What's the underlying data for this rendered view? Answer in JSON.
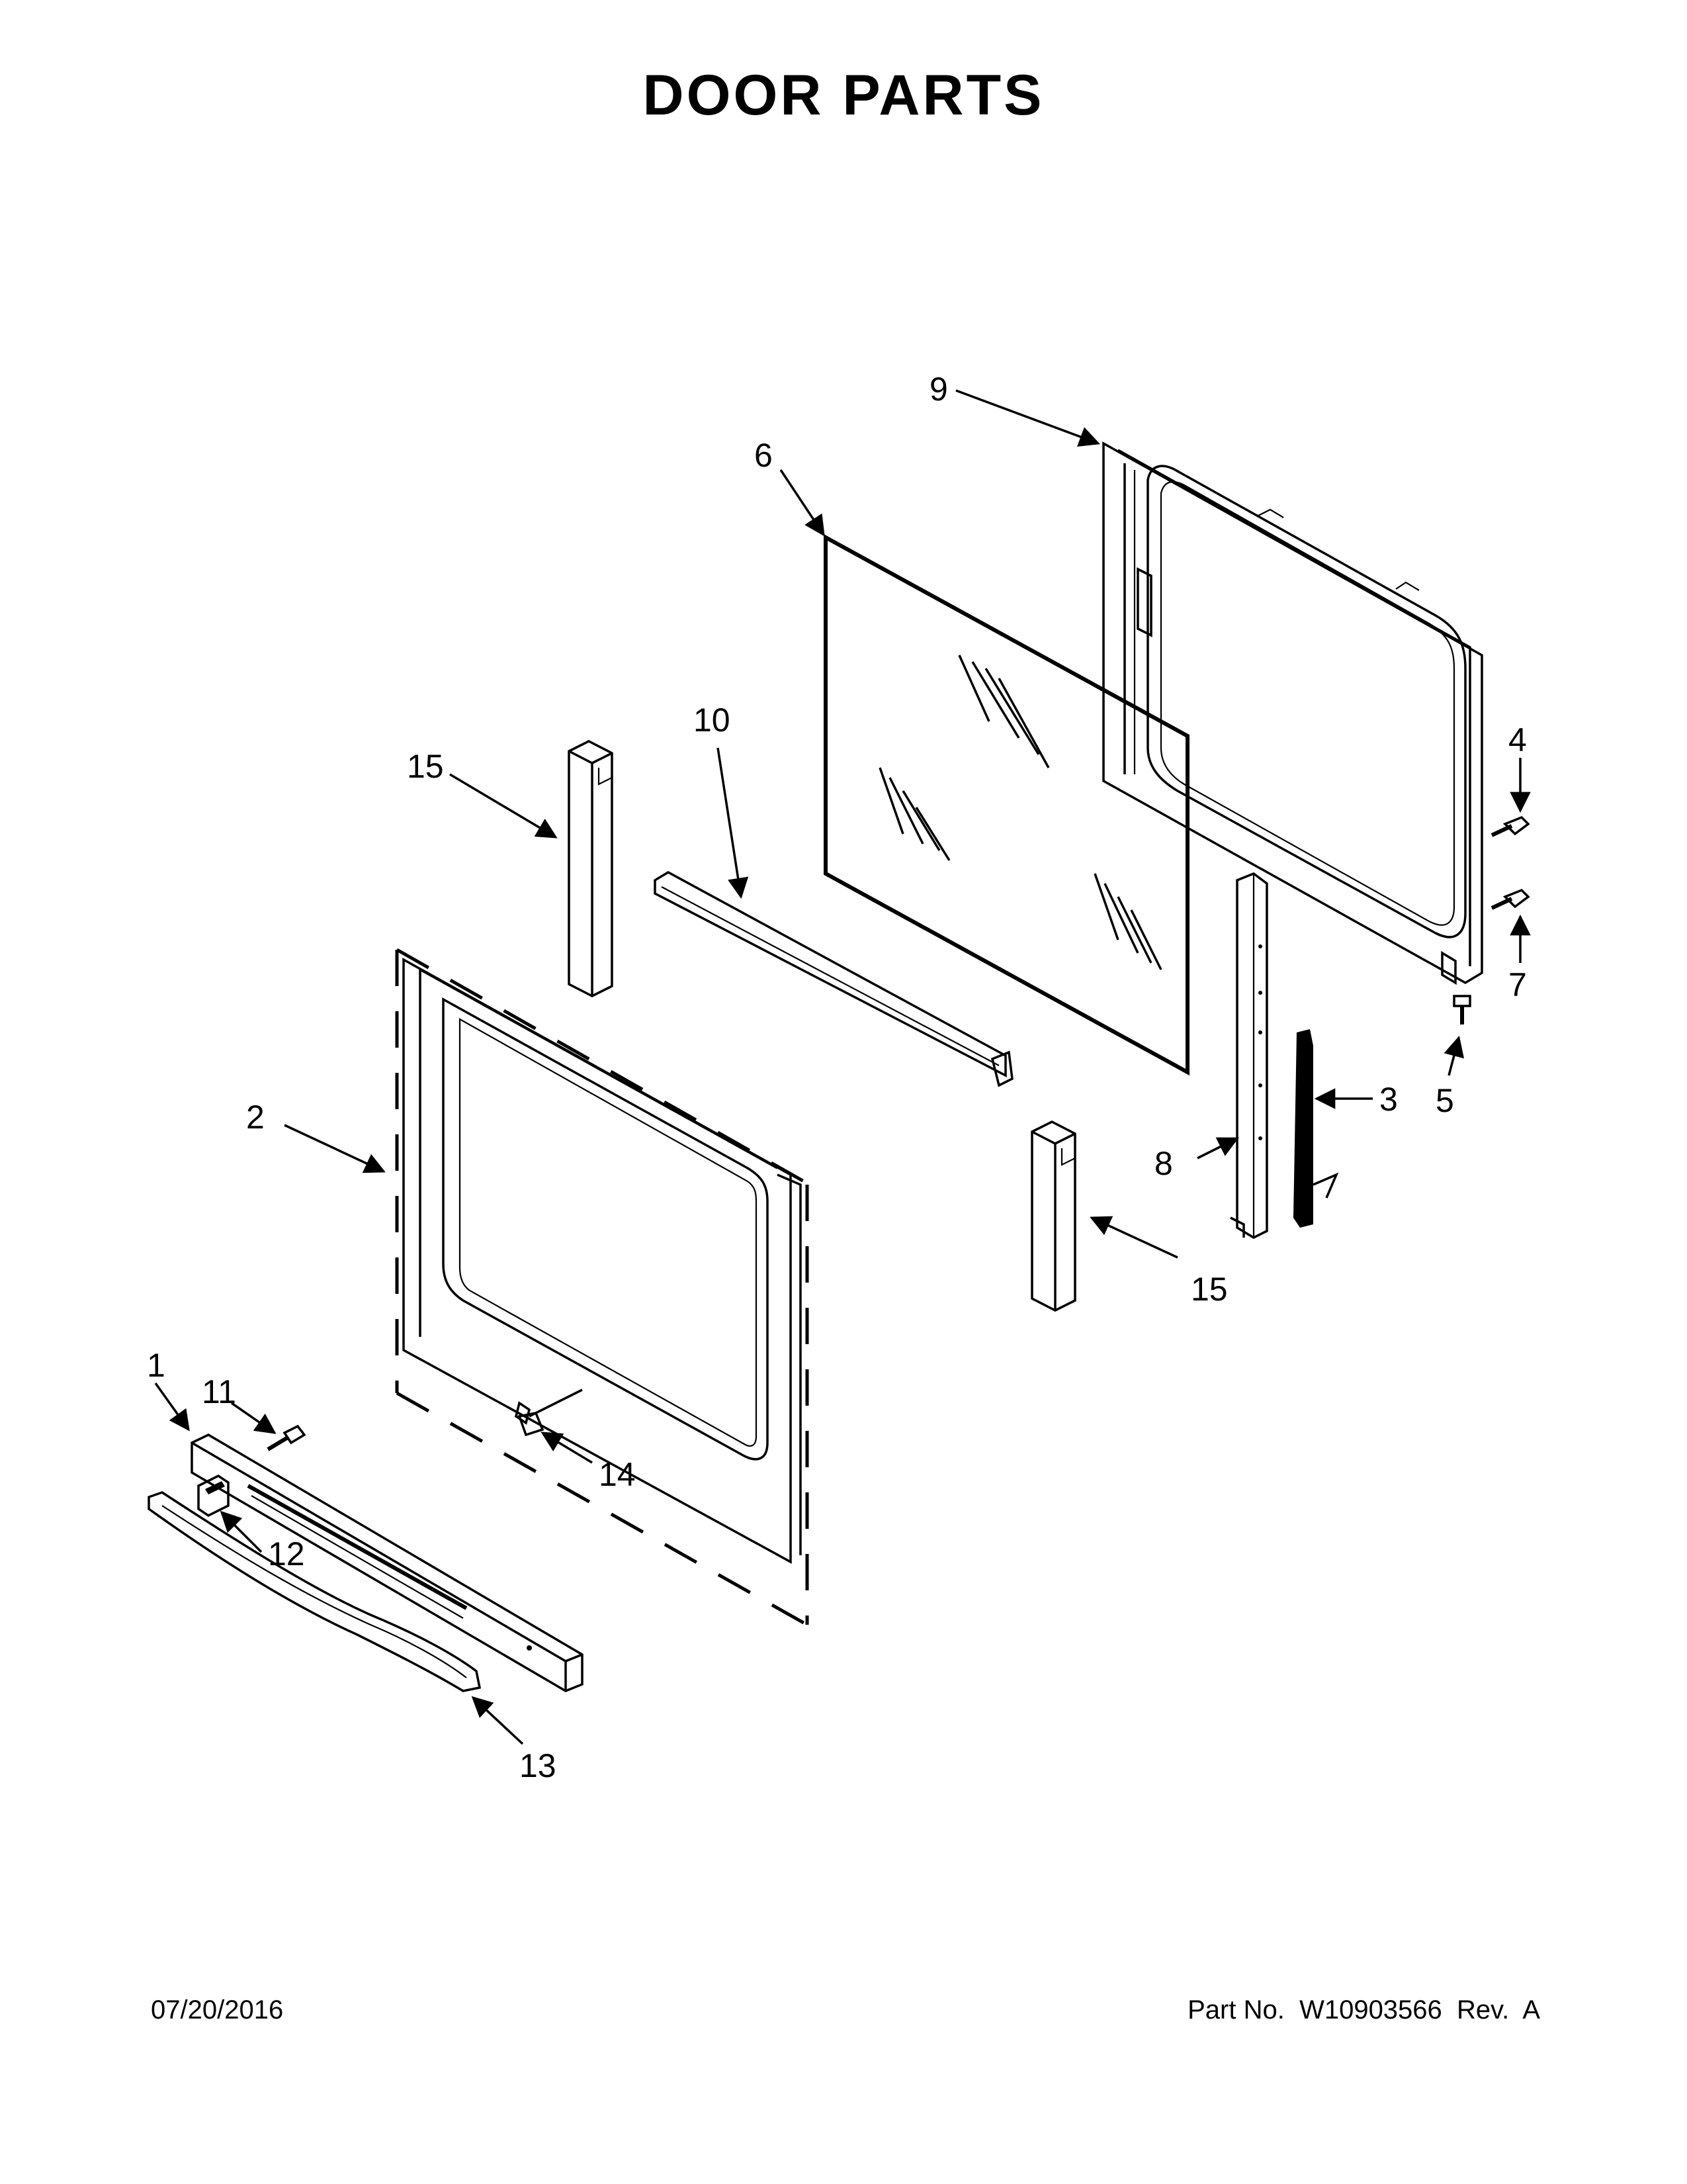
{
  "title": "DOOR PARTS",
  "footer": {
    "date": "07/20/2016",
    "part_number": "Part No.  W10903566  Rev.  A"
  },
  "callouts": [
    {
      "id": "c1",
      "label": "1"
    },
    {
      "id": "c2",
      "label": "2"
    },
    {
      "id": "c3",
      "label": "3"
    },
    {
      "id": "c4",
      "label": "4"
    },
    {
      "id": "c5",
      "label": "5"
    },
    {
      "id": "c6",
      "label": "6"
    },
    {
      "id": "c7",
      "label": "7"
    },
    {
      "id": "c8",
      "label": "8"
    },
    {
      "id": "c9",
      "label": "9"
    },
    {
      "id": "c10",
      "label": "10"
    },
    {
      "id": "c11",
      "label": "11"
    },
    {
      "id": "c12",
      "label": "12"
    },
    {
      "id": "c13",
      "label": "13"
    },
    {
      "id": "c14",
      "label": "14"
    },
    {
      "id": "c15a",
      "label": "15"
    },
    {
      "id": "c15b",
      "label": "15"
    }
  ]
}
